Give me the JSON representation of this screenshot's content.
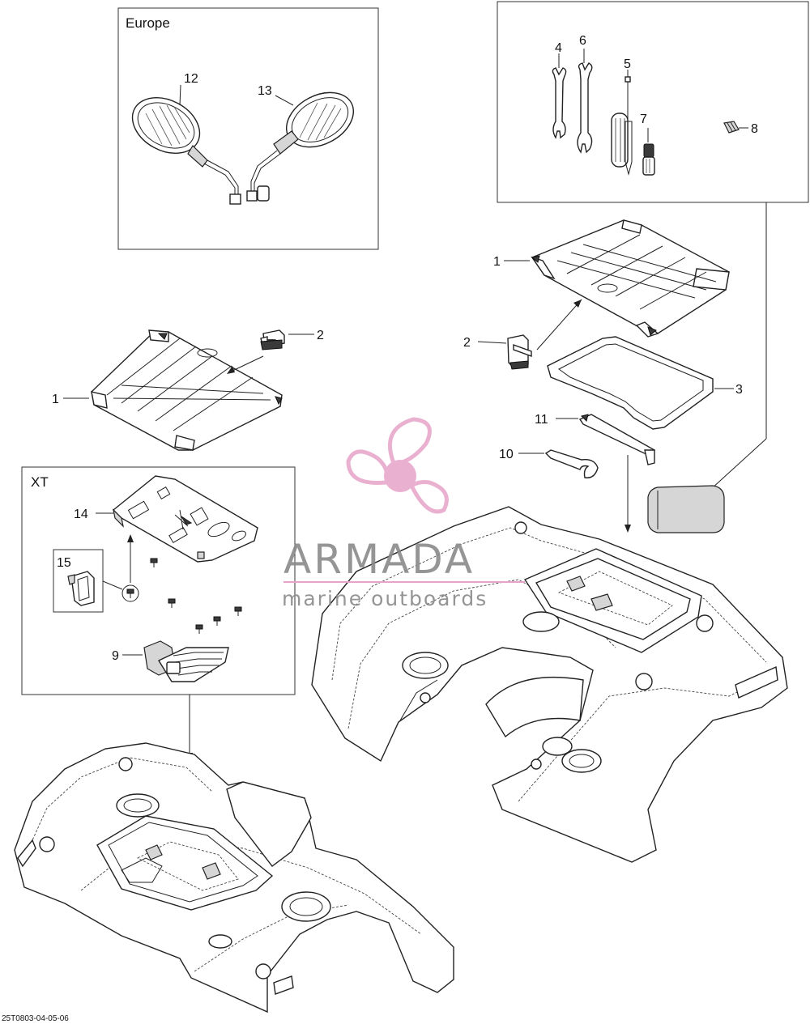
{
  "boxes": {
    "europe": "Europe",
    "xt": "XT"
  },
  "callouts": {
    "c1a": "1",
    "c1b": "1",
    "c2a": "2",
    "c2b": "2",
    "c3": "3",
    "c4": "4",
    "c5": "5",
    "c6": "6",
    "c7": "7",
    "c8": "8",
    "c9": "9",
    "c10": "10",
    "c11": "11",
    "c12": "12",
    "c13": "13",
    "c14": "14",
    "c15": "15"
  },
  "watermark": {
    "brand": "ARMADA",
    "tagline": "marine outboards",
    "logo_color": "#e7a3c8",
    "line_color": "#e7a3c8"
  },
  "diagram_code": "25T0803-04-05-06",
  "colors": {
    "line": "#222222",
    "fill_gray": "#d6d6d6"
  }
}
